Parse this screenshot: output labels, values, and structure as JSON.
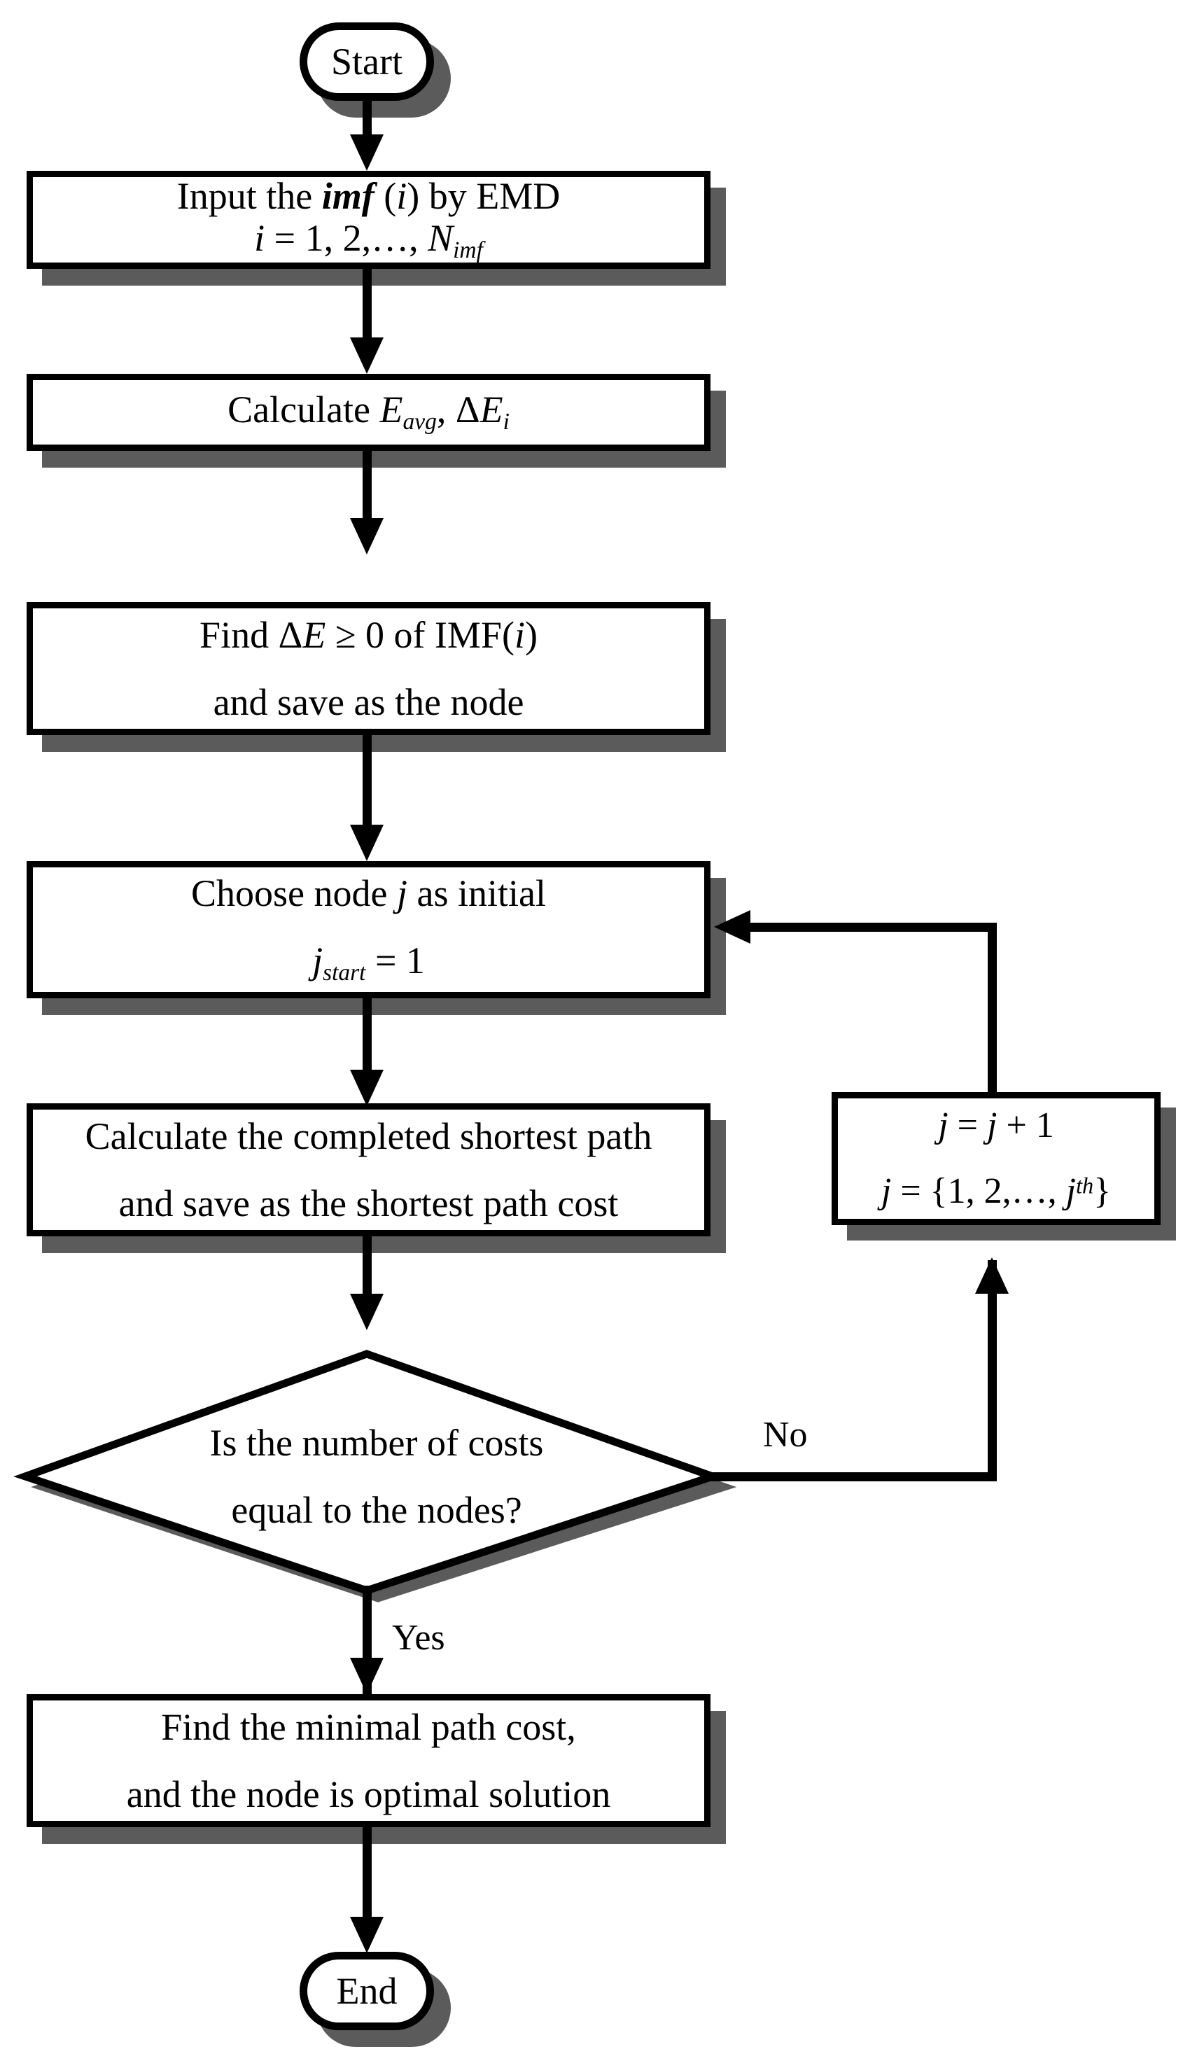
{
  "diagram": {
    "title": "EMD node shortest-path selection flowchart",
    "colors": {
      "stroke": "#000000",
      "fill": "#ffffff",
      "shadow": "#5b5b5b",
      "background": "#ffffff"
    }
  },
  "nodes": {
    "start": {
      "label": "Start",
      "shape": "terminator"
    },
    "input_imf": {
      "shape": "process",
      "line1_a": "Input the ",
      "line1_b": "imf",
      "line1_c": " (",
      "line1_d": "i",
      "line1_e": ") by EMD",
      "line2_a": "i",
      "line2_b": " = 1, 2,…, ",
      "line2_c": "N",
      "line2_d": "imf"
    },
    "calc_energy": {
      "shape": "process",
      "line1_a": "Calculate ",
      "line1_b": "E",
      "line1_c": "avg",
      "line1_d": ", Δ",
      "line1_e": "E",
      "line1_f": "i"
    },
    "find_delta": {
      "shape": "process",
      "line1_a": "Find Δ",
      "line1_b": "E",
      "line1_c": " ≥ 0 of IMF(",
      "line1_d": "i",
      "line1_e": ")",
      "line2": "and save as the node"
    },
    "choose_node": {
      "shape": "process",
      "line1_a": "Choose node  ",
      "line1_b": "j",
      "line1_c": "  as initial",
      "line2_a": "j",
      "line2_b": "start",
      "line2_c": " = 1"
    },
    "calc_path": {
      "shape": "process",
      "line1": "Calculate the completed shortest path",
      "line2": "and save as the shortest path cost"
    },
    "increment_j": {
      "shape": "process",
      "line1_a": "j",
      "line1_b": " = ",
      "line1_c": "j",
      "line1_d": " + 1",
      "line2_a": "j",
      "line2_b": " = {1, 2,…, ",
      "line2_c": "j",
      "line2_d": "th",
      "line2_e": "}"
    },
    "decision": {
      "shape": "decision",
      "line1": "Is the number of costs",
      "line2": "equal to the nodes?"
    },
    "find_min": {
      "shape": "process",
      "line1": "Find the minimal path cost,",
      "line2": "and the node is optimal solution"
    },
    "end": {
      "label": "End",
      "shape": "terminator"
    }
  },
  "edges": {
    "no_label": "No",
    "yes_label": "Yes"
  }
}
